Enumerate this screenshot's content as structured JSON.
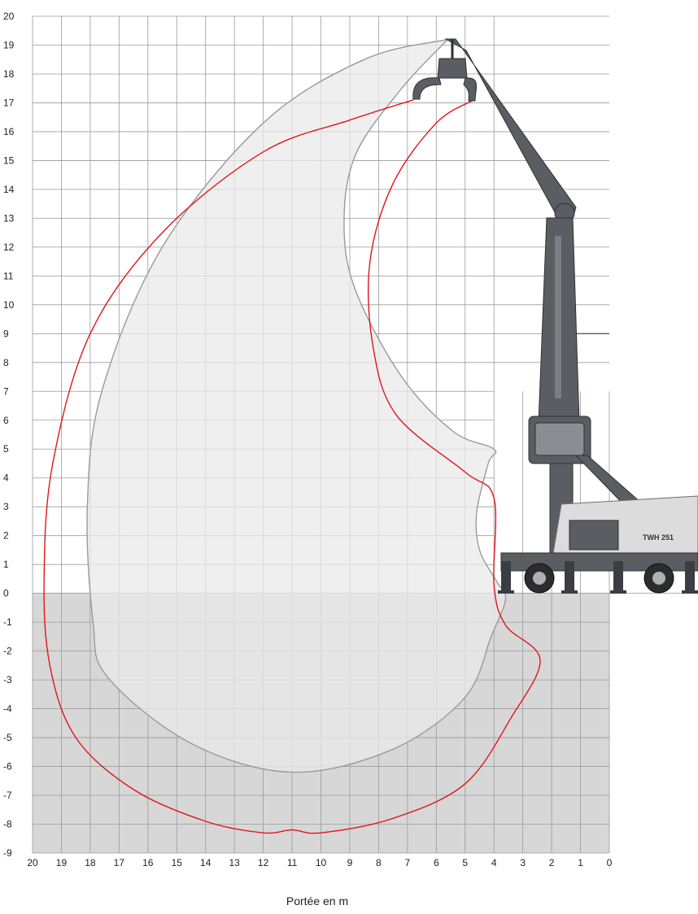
{
  "chart_data": {
    "type": "line",
    "title": "",
    "xlabel": "Portée en m",
    "ylabel": "",
    "xlim": [
      20,
      0
    ],
    "ylim": [
      -9,
      20
    ],
    "x_ticks": [
      20,
      19,
      18,
      17,
      16,
      15,
      14,
      13,
      12,
      11,
      10,
      9,
      8,
      7,
      6,
      5,
      4,
      3,
      2,
      1,
      0
    ],
    "y_ticks": [
      20,
      19,
      18,
      17,
      16,
      15,
      14,
      13,
      12,
      11,
      10,
      9,
      8,
      7,
      6,
      5,
      4,
      3,
      2,
      1,
      0,
      -1,
      -2,
      -3,
      -4,
      -5,
      -6,
      -7,
      -8,
      -9
    ],
    "grid": true,
    "below_ground_shaded": true,
    "series": [
      {
        "color": "#9a9a9a",
        "fill": "#e9e9e9",
        "points": [
          [
            5.6,
            19.2
          ],
          [
            8.5,
            18.5
          ],
          [
            12,
            16.3
          ],
          [
            15.5,
            12
          ],
          [
            17.6,
            7
          ],
          [
            18.1,
            3
          ],
          [
            17.9,
            -1
          ],
          [
            17.4,
            -2.9
          ],
          [
            14.5,
            -5.2
          ],
          [
            11,
            -6.2
          ],
          [
            7.5,
            -5.4
          ],
          [
            5,
            -3.6
          ],
          [
            4.1,
            -1.5
          ],
          [
            3.6,
            -0.2
          ],
          [
            3.9,
            0.4
          ],
          [
            4.5,
            1.5
          ],
          [
            4.6,
            2.8
          ],
          [
            4.2,
            4.5
          ],
          [
            4,
            5
          ],
          [
            5.4,
            5.6
          ],
          [
            7.2,
            7.5
          ],
          [
            8.8,
            10.5
          ],
          [
            9.2,
            12.8
          ],
          [
            8.8,
            15.2
          ],
          [
            7.2,
            17.5
          ],
          [
            5.6,
            19.2
          ]
        ]
      },
      {
        "color": "#e0161a",
        "points": [
          [
            6.8,
            17.1
          ],
          [
            9,
            16.4
          ],
          [
            12,
            15.3
          ],
          [
            15.5,
            12.5
          ],
          [
            18,
            9
          ],
          [
            19.3,
            4.5
          ],
          [
            19.6,
            0.6
          ],
          [
            19.4,
            -2.5
          ],
          [
            18.5,
            -5
          ],
          [
            16.5,
            -6.8
          ],
          [
            14,
            -7.9
          ],
          [
            12,
            -8.3
          ],
          [
            11,
            -8.2
          ],
          [
            10,
            -8.3
          ],
          [
            7.5,
            -7.8
          ],
          [
            5,
            -6.6
          ],
          [
            3.4,
            -4.3
          ],
          [
            2.4,
            -2.3
          ],
          [
            3.6,
            -1.1
          ],
          [
            4,
            0.3
          ],
          [
            4,
            3.3
          ],
          [
            5,
            4.2
          ],
          [
            7.4,
            6.2
          ],
          [
            8.2,
            8.6
          ],
          [
            8.3,
            11.5
          ],
          [
            7.5,
            14.2
          ],
          [
            6,
            16.3
          ],
          [
            4.7,
            17.1
          ]
        ]
      }
    ]
  },
  "machine": {
    "model_label": "TWH 251",
    "body_color": "#5a5e63",
    "panel_color": "#dcdcdc",
    "accent_color": "#2f9b3a"
  }
}
